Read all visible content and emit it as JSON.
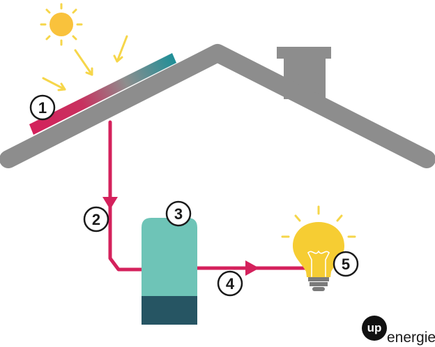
{
  "diagram": {
    "steps": [
      {
        "number": "1",
        "meaning": "solar panel"
      },
      {
        "number": "2",
        "meaning": "downward flow to storage"
      },
      {
        "number": "3",
        "meaning": "storage tank / battery"
      },
      {
        "number": "4",
        "meaning": "flow to consumption"
      },
      {
        "number": "5",
        "meaning": "light bulb"
      }
    ]
  },
  "logo": {
    "up": "up",
    "energie": "energie"
  },
  "colors": {
    "roof": "#8d8d8d",
    "sun": "#f9c23c",
    "ray": "#f6d64a",
    "pipe": "#d4215c",
    "panel_start": "#d4215c",
    "panel_mid": "#8e8e8e",
    "panel_end": "#1b8f98",
    "tank_top": "#6ec4b7",
    "tank_bottom": "#265563",
    "bulb": "#f6cd33",
    "bulb_base": "#7a7a7a",
    "badge_border": "#1a1a1a",
    "logo_dark": "#111111"
  },
  "icons": [
    "sun-icon",
    "light-bulb-icon"
  ]
}
